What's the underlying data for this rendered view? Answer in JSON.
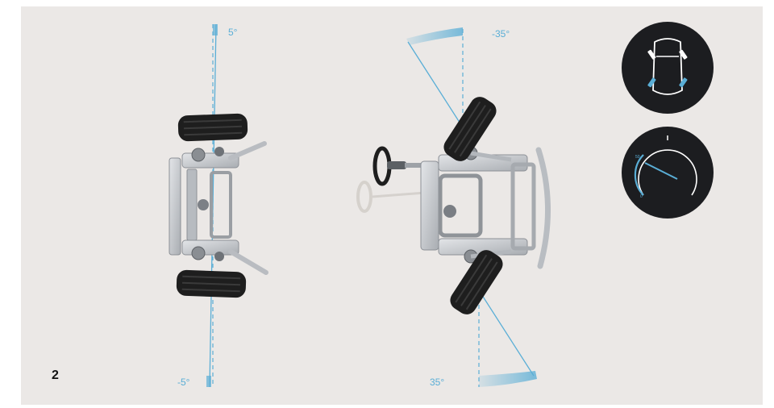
{
  "figure": {
    "number": "2"
  },
  "rear_axle": {
    "angle_top_label": "5°",
    "angle_bottom_label": "-5°"
  },
  "front_axle": {
    "angle_top_label": "-35°",
    "angle_bottom_label": "35°"
  },
  "icons": {
    "top": "car-four-wheel-steering-icon",
    "bottom": "speed-gauge-icon"
  },
  "gauge": {
    "mark_upper": "50",
    "mark_lower": "0"
  },
  "colors": {
    "background": "#ebe8e6",
    "accent_blue": "#5aaed6",
    "icon_circle": "#1c1d20",
    "tire": "#1e1e1e",
    "frame": "#c9ccd0"
  }
}
